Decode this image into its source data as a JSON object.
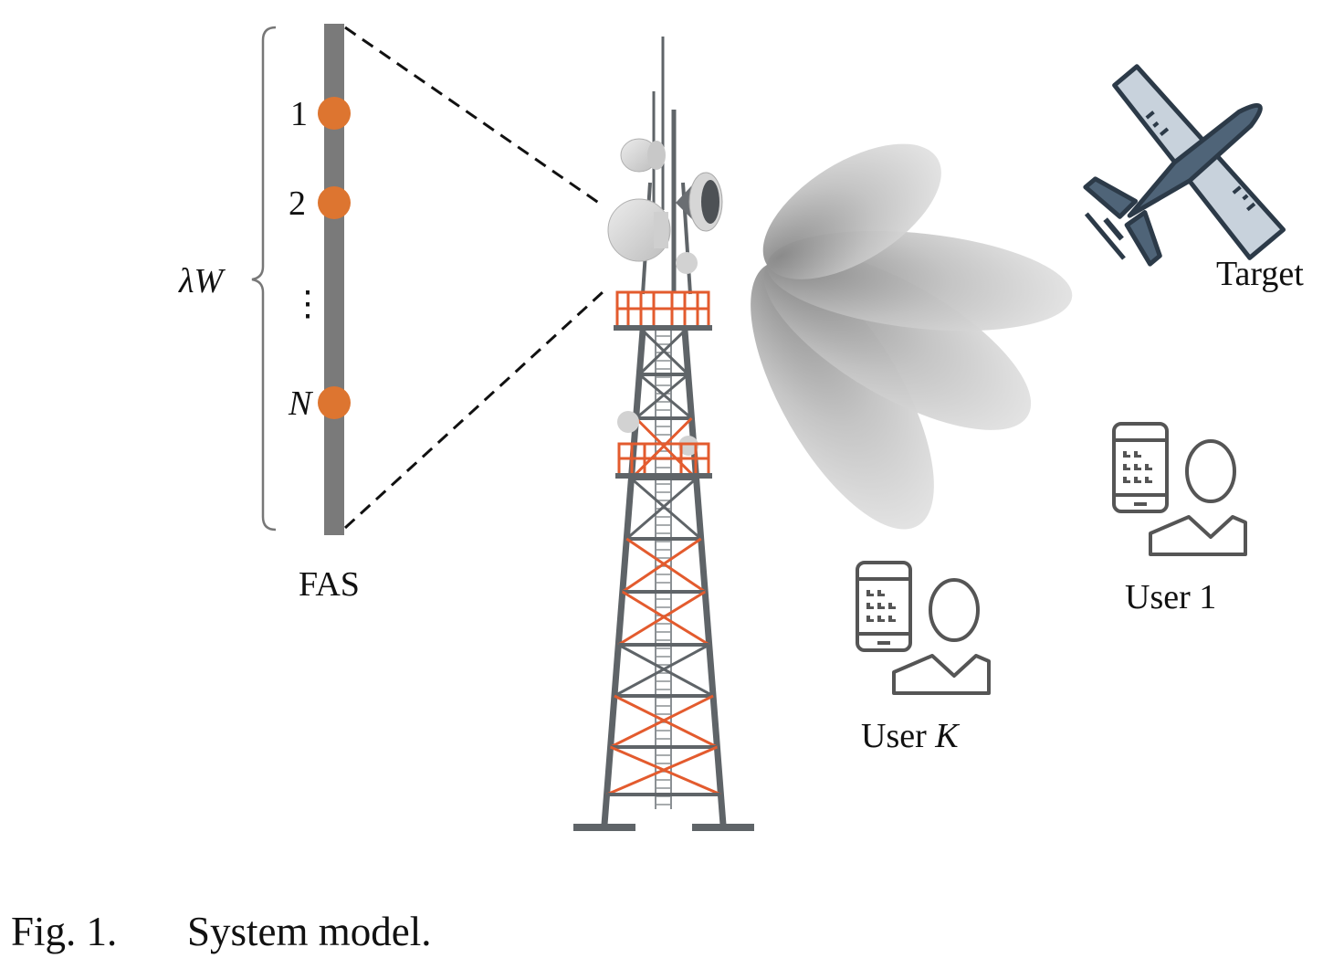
{
  "fas": {
    "width_label": "λW",
    "port_labels": [
      "1",
      "2",
      "N"
    ],
    "ellipsis": "⋮",
    "label": "FAS"
  },
  "target": {
    "label": "Target"
  },
  "users": [
    {
      "label": "User 1"
    },
    {
      "label_prefix": "User ",
      "label_var": "K"
    }
  ],
  "caption": {
    "number": "Fig. 1.",
    "text": "System model."
  },
  "colors": {
    "port": "#dd7530",
    "pole": "#7a7a7a",
    "tower_steel": "#5f6468",
    "tower_bracing": "#e35b2e",
    "dish": "#d4d4d4",
    "beam": "#a8a8a8",
    "drone_body": "#4f6478",
    "drone_wing": "#c8d2dc",
    "icon_outline": "#555555"
  },
  "icons": {
    "tower": "cell-tower",
    "target": "drone-icon",
    "user": "user-with-phone-icon"
  }
}
